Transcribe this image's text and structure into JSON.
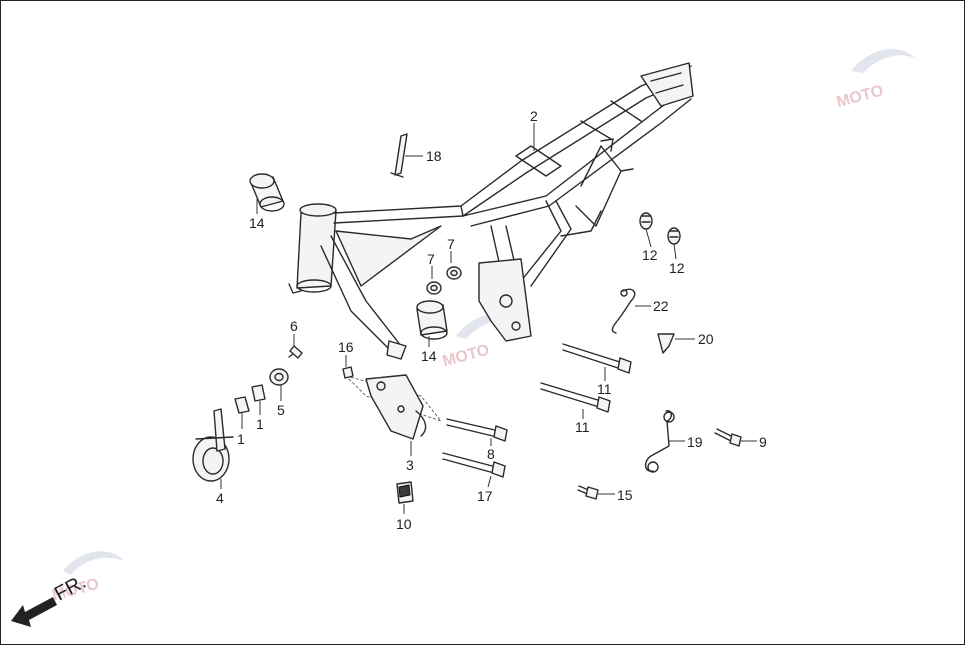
{
  "diagram": {
    "direction_label": "FR.",
    "watermark_text": "MOTO",
    "callouts": [
      {
        "id": "c1a",
        "text": "1"
      },
      {
        "id": "c1b",
        "text": "1"
      },
      {
        "id": "c2",
        "text": "2"
      },
      {
        "id": "c3",
        "text": "3"
      },
      {
        "id": "c4",
        "text": "4"
      },
      {
        "id": "c5",
        "text": "5"
      },
      {
        "id": "c6",
        "text": "6"
      },
      {
        "id": "c7a",
        "text": "7"
      },
      {
        "id": "c7b",
        "text": "7"
      },
      {
        "id": "c8",
        "text": "8"
      },
      {
        "id": "c9",
        "text": "9"
      },
      {
        "id": "c10",
        "text": "10"
      },
      {
        "id": "c11a",
        "text": "11"
      },
      {
        "id": "c11b",
        "text": "11"
      },
      {
        "id": "c12a",
        "text": "12"
      },
      {
        "id": "c12b",
        "text": "12"
      },
      {
        "id": "c14a",
        "text": "14"
      },
      {
        "id": "c14b",
        "text": "14"
      },
      {
        "id": "c15",
        "text": "15"
      },
      {
        "id": "c16",
        "text": "16"
      },
      {
        "id": "c17",
        "text": "17"
      },
      {
        "id": "c18",
        "text": "18"
      },
      {
        "id": "c19",
        "text": "19"
      },
      {
        "id": "c20",
        "text": "20"
      },
      {
        "id": "c22",
        "text": "22"
      }
    ]
  }
}
